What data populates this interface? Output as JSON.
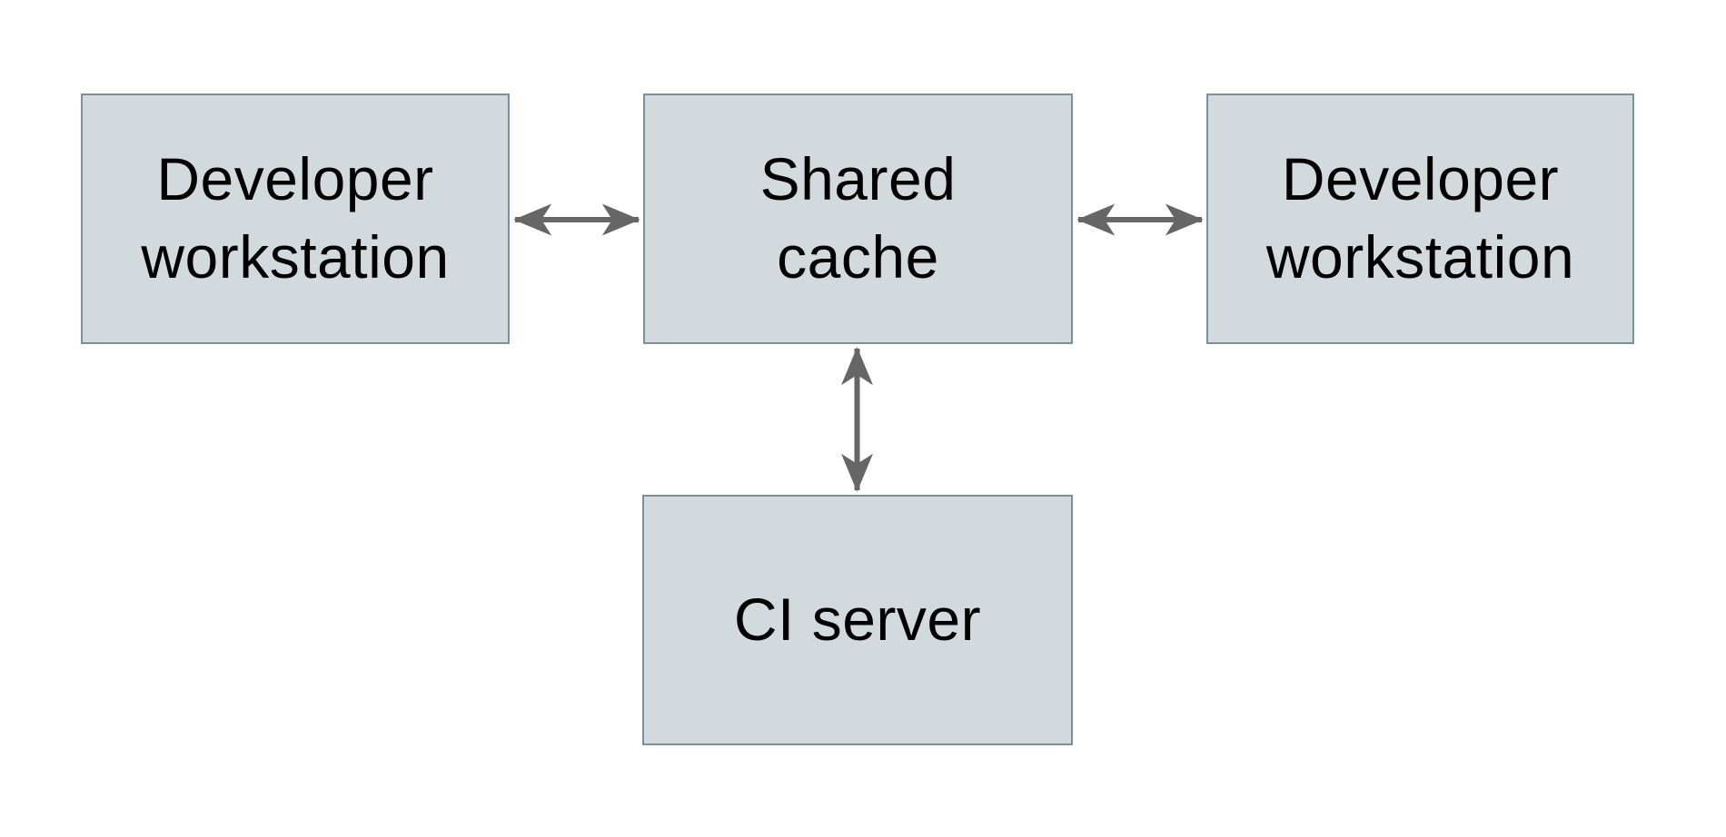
{
  "colors": {
    "background": "#FFFFFF",
    "node_fill": "#D3DADD",
    "node_border": "#7A909C",
    "arrow": "#666666",
    "text": "#000000"
  },
  "nodes": [
    {
      "id": "developer-workstation-left",
      "label": "Developer workstation",
      "lines": [
        "Developer",
        "workstation"
      ]
    },
    {
      "id": "shared-cache",
      "label": "Shared cache",
      "lines": [
        "Shared",
        "cache"
      ]
    },
    {
      "id": "developer-workstation-right",
      "label": "Developer workstation",
      "lines": [
        "Developer",
        "workstation"
      ]
    },
    {
      "id": "ci-server",
      "label": "CI server",
      "lines": [
        "CI server"
      ]
    }
  ],
  "connections": [
    {
      "from": "developer-workstation-left",
      "to": "shared-cache",
      "type": "bidirectional"
    },
    {
      "from": "shared-cache",
      "to": "developer-workstation-right",
      "type": "bidirectional"
    },
    {
      "from": "shared-cache",
      "to": "ci-server",
      "type": "bidirectional"
    }
  ]
}
